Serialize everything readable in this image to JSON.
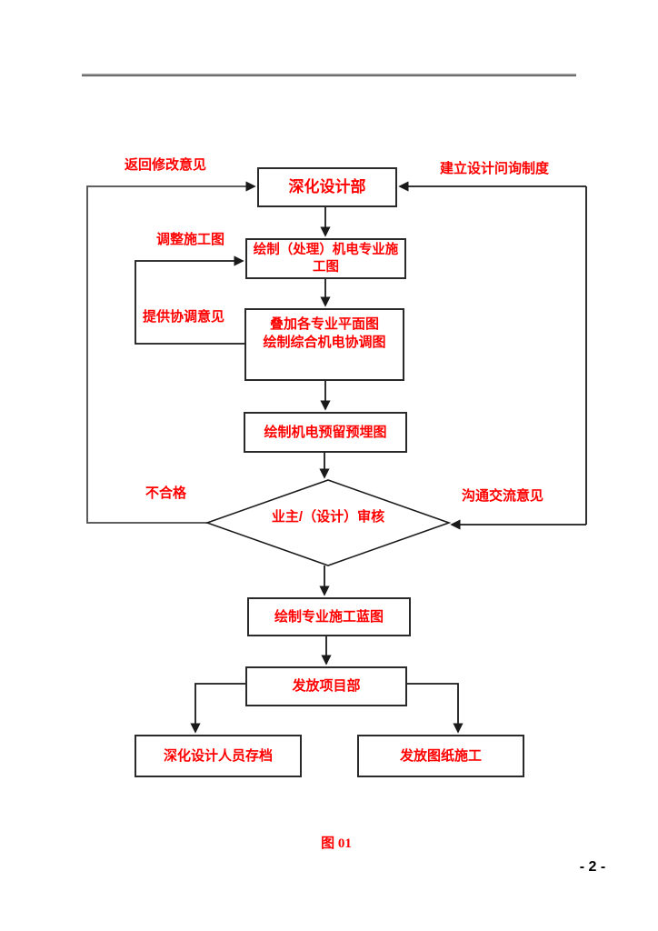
{
  "colors": {
    "text_accent": "#ff0000",
    "line": "#1a1a1a",
    "header_rule": "#949494"
  },
  "nodes": {
    "dept": {
      "label": "深化设计部"
    },
    "draw_shop": {
      "lines": [
        "绘制（处理）机电专业施",
        "工图"
      ]
    },
    "overlay": {
      "lines": [
        "叠加各专业平面图",
        "绘制综合机电协调图"
      ]
    },
    "reserve": {
      "label": "绘制机电预留预埋图"
    },
    "review": {
      "label": "业主/（设计）审核"
    },
    "blueprint": {
      "label": "绘制专业施工蓝图"
    },
    "distribute": {
      "label": "发放项目部"
    },
    "archive": {
      "label": "深化设计人员存档"
    },
    "issue": {
      "label": "发放图纸施工"
    }
  },
  "edge_labels": {
    "return_comments": "返回修改意见",
    "establish_inquiry": "建立设计问询制度",
    "adjust_drawings": "调整施工图",
    "provide_coordination": "提供协调意见",
    "unqualified": "不合格",
    "communicate": "沟通交流意见"
  },
  "caption": "图 01",
  "page_number": "- 2 -"
}
